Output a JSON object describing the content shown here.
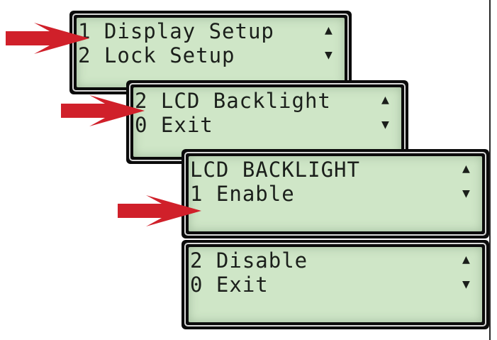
{
  "screens": [
    {
      "lines": [
        "1 Display Setup",
        "2 Lock Setup"
      ],
      "scroll_up": "▲",
      "scroll_down": "▼"
    },
    {
      "lines": [
        "2 LCD Backlight",
        "0 Exit"
      ],
      "scroll_up": "▲",
      "scroll_down": "▼"
    },
    {
      "lines": [
        "LCD BACKLIGHT",
        "1 Enable"
      ],
      "scroll_up": "▲",
      "scroll_down": "▼"
    },
    {
      "lines": [
        "2 Disable",
        "0 Exit"
      ],
      "scroll_up": "▲",
      "scroll_down": "▼"
    }
  ],
  "colors": {
    "lcd_background": "#cfe6c7",
    "bezel": "#0b0b0b",
    "highlight_arrow": "#d0202a"
  },
  "icons": {
    "pointer": "right-arrow-icon",
    "scroll_up": "scroll-up-icon",
    "scroll_down": "scroll-down-icon"
  }
}
